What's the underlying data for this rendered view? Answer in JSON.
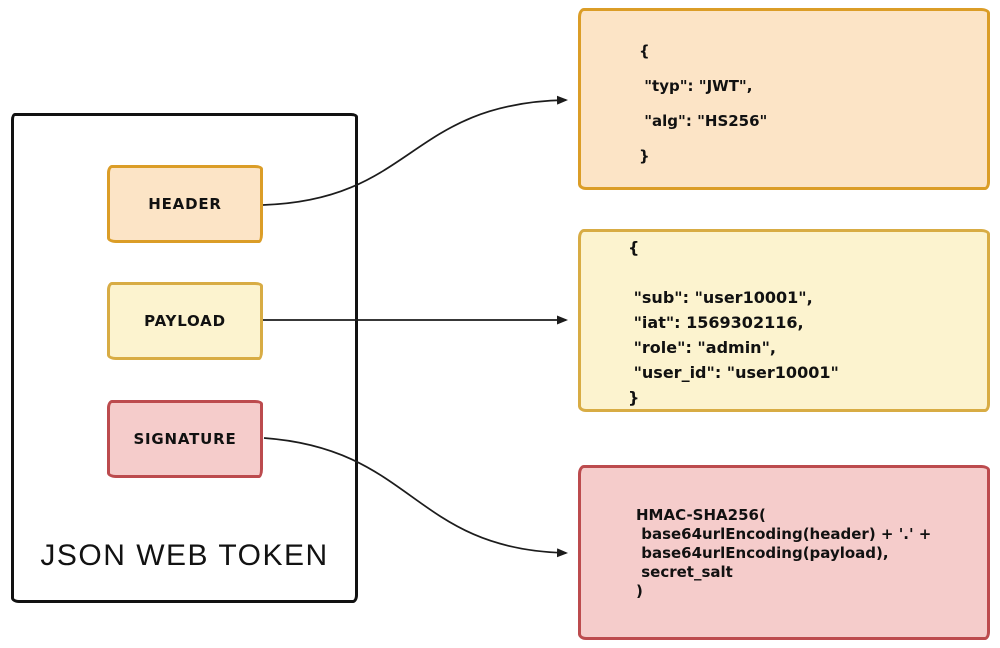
{
  "title": "JSON WEB TOKEN",
  "jwt_parts": [
    {
      "label": "HEADER"
    },
    {
      "label": "PAYLOAD"
    },
    {
      "label": "SIGNATURE"
    }
  ],
  "header_detail": {
    "lines": [
      "{",
      " \"typ\": \"JWT\",",
      " \"alg\": \"HS256\"",
      "}"
    ]
  },
  "payload_detail": {
    "lines": [
      "{",
      " ",
      " \"sub\": \"user10001\",",
      " \"iat\": 1569302116,",
      " \"role\": \"admin\",",
      " \"user_id\": \"user10001\"",
      "}"
    ]
  },
  "signature_detail": {
    "lines": [
      "HMAC-SHA256(",
      " base64urlEncoding(header) + '.' +",
      " base64urlEncoding(payload),",
      " secret_salt",
      ")"
    ]
  },
  "colors": {
    "header-fill": "#FCE4C6",
    "header-border": "#DB9D27",
    "payload-fill": "#FCF3CF",
    "payload-border": "#D8AC44",
    "signature-fill": "#F5CCCB",
    "signature-border": "#BC4B4E",
    "outline": "#111111",
    "arrow": "#1c1c1c"
  }
}
